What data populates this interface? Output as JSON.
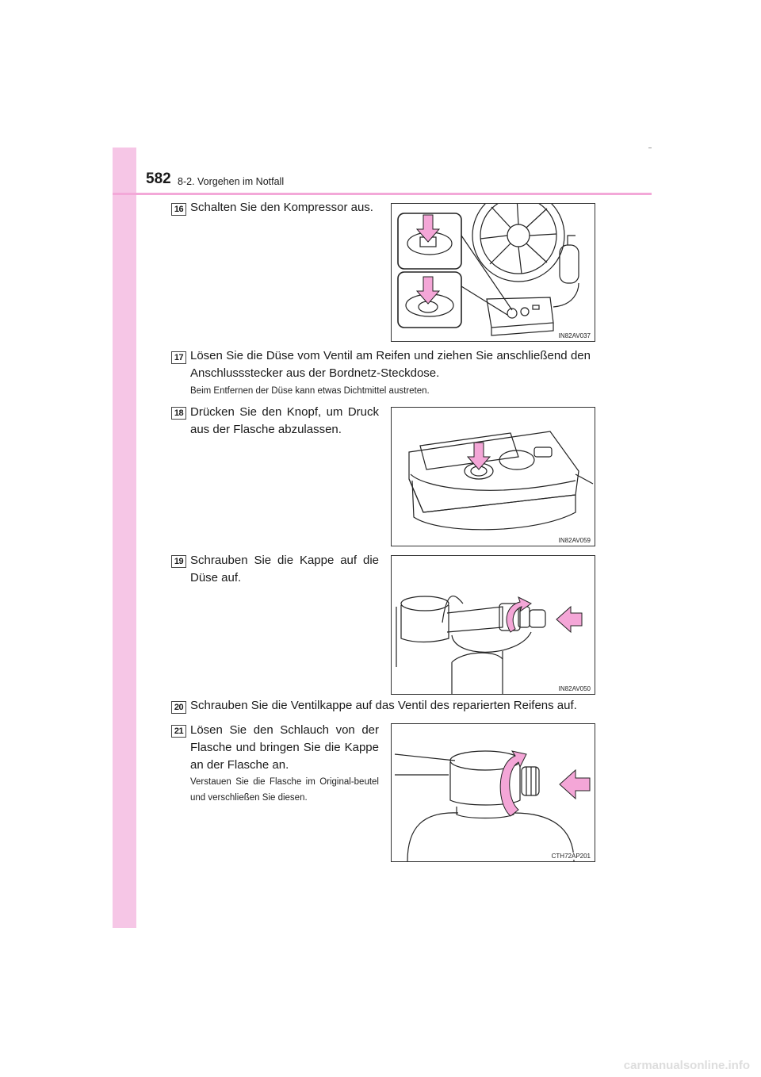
{
  "header": {
    "page_number": "582",
    "section": "8-2. Vorgehen im Notfall"
  },
  "steps": [
    {
      "number": "16",
      "text": "Schalten Sie den Kompressor aus.",
      "figure_code": "IN82AV037"
    },
    {
      "number": "17",
      "text": "Lösen Sie die Düse vom Ventil am Reifen und ziehen Sie anschließend den Anschlussstecker aus der Bordnetz-Steckdose.",
      "note": "Beim Entfernen der Düse kann etwas Dichtmittel austreten."
    },
    {
      "number": "18",
      "text": "Drücken Sie den Knopf, um Druck aus der Flasche abzulassen.",
      "figure_code": "IN82AV059"
    },
    {
      "number": "19",
      "text": "Schrauben Sie die Kappe auf die Düse auf.",
      "figure_code": "IN82AV050"
    },
    {
      "number": "20",
      "text": "Schrauben Sie die Ventilkappe auf das Ventil des reparierten Reifens auf."
    },
    {
      "number": "21",
      "text": "Lösen Sie den Schlauch von der Flasche und bringen Sie die Kappe an der Flasche an.",
      "note": "Verstauen Sie die Flasche im Original-beutel und verschließen Sie diesen.",
      "figure_code": "CTH72AP201"
    }
  ],
  "colors": {
    "accent_pink": "#f3a8d8",
    "sidebar_pink": "#f6c6e6",
    "arrow_pink": "#f4a6d7"
  },
  "watermark": "carmanualsonline.info"
}
